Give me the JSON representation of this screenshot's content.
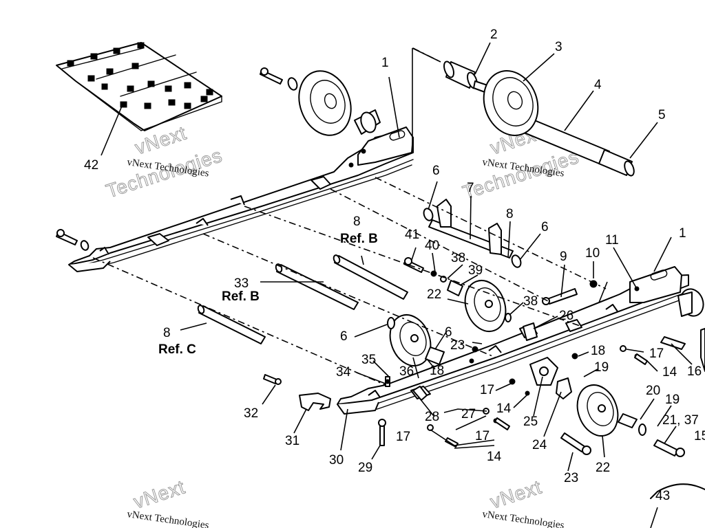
{
  "watermark": {
    "line1": "vNext Technologies",
    "big_top": "vNext",
    "big_bottom": "Technologies"
  },
  "callouts": {
    "c1a": "1",
    "c1b": "1",
    "c2": "2",
    "c3": "3",
    "c4": "4",
    "c5": "5",
    "c6a": "6",
    "c6b": "6",
    "c6c": "6",
    "c6d": "6",
    "c7": "7",
    "c8a": "8",
    "c8b": "8",
    "c8c": "8",
    "c9": "9",
    "c10": "10",
    "c11": "11",
    "c14a": "14",
    "c14b": "14",
    "c14c": "14",
    "c15": "15",
    "c16": "16",
    "c17a": "17",
    "c17b": "17",
    "c17c": "17",
    "c17d": "17",
    "c18a": "18",
    "c18b": "18",
    "c19a": "19",
    "c19b": "19",
    "c20": "20",
    "c21_37": "21, 37",
    "c22a": "22",
    "c22b": "22",
    "c23a": "23",
    "c23b": "23",
    "c24": "24",
    "c25": "25",
    "c26": "26",
    "c27": "27",
    "c28": "28",
    "c29": "29",
    "c30": "30",
    "c31": "31",
    "c32": "32",
    "c33": "33",
    "c34": "34",
    "c35": "35",
    "c36": "36",
    "c38a": "38",
    "c38b": "38",
    "c39": "39",
    "c40": "40",
    "c41": "41",
    "c42": "42",
    "c43": "43",
    "refB1": "Ref. B",
    "refB2": "Ref. B",
    "refC": "Ref. C"
  }
}
